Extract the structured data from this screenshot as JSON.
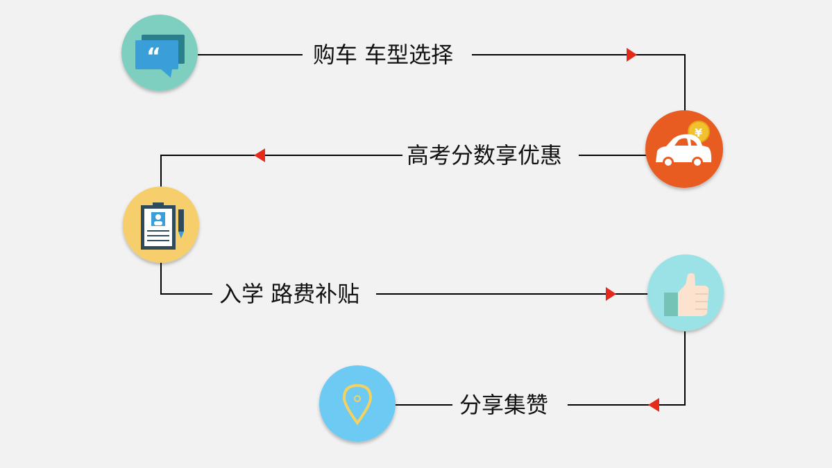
{
  "steps": [
    {
      "label": "购车 车型选择",
      "icon": "speech-bubble-icon",
      "color": "#7ecfc0"
    },
    {
      "label": "高考分数享优惠",
      "icon": "car-coin-icon",
      "color": "#e85c24"
    },
    {
      "label": "入学 路费补贴",
      "icon": "id-card-icon",
      "color": "#f6cf6c"
    },
    {
      "label": "分享集赞",
      "icon": "thumbs-up-icon",
      "color": "#9ae2e6"
    },
    {
      "icon": "location-pin-icon",
      "color": "#6dcaf2"
    }
  ],
  "line_color": "#000000",
  "arrow_color": "#e62a1a",
  "coin_symbol": "¥"
}
